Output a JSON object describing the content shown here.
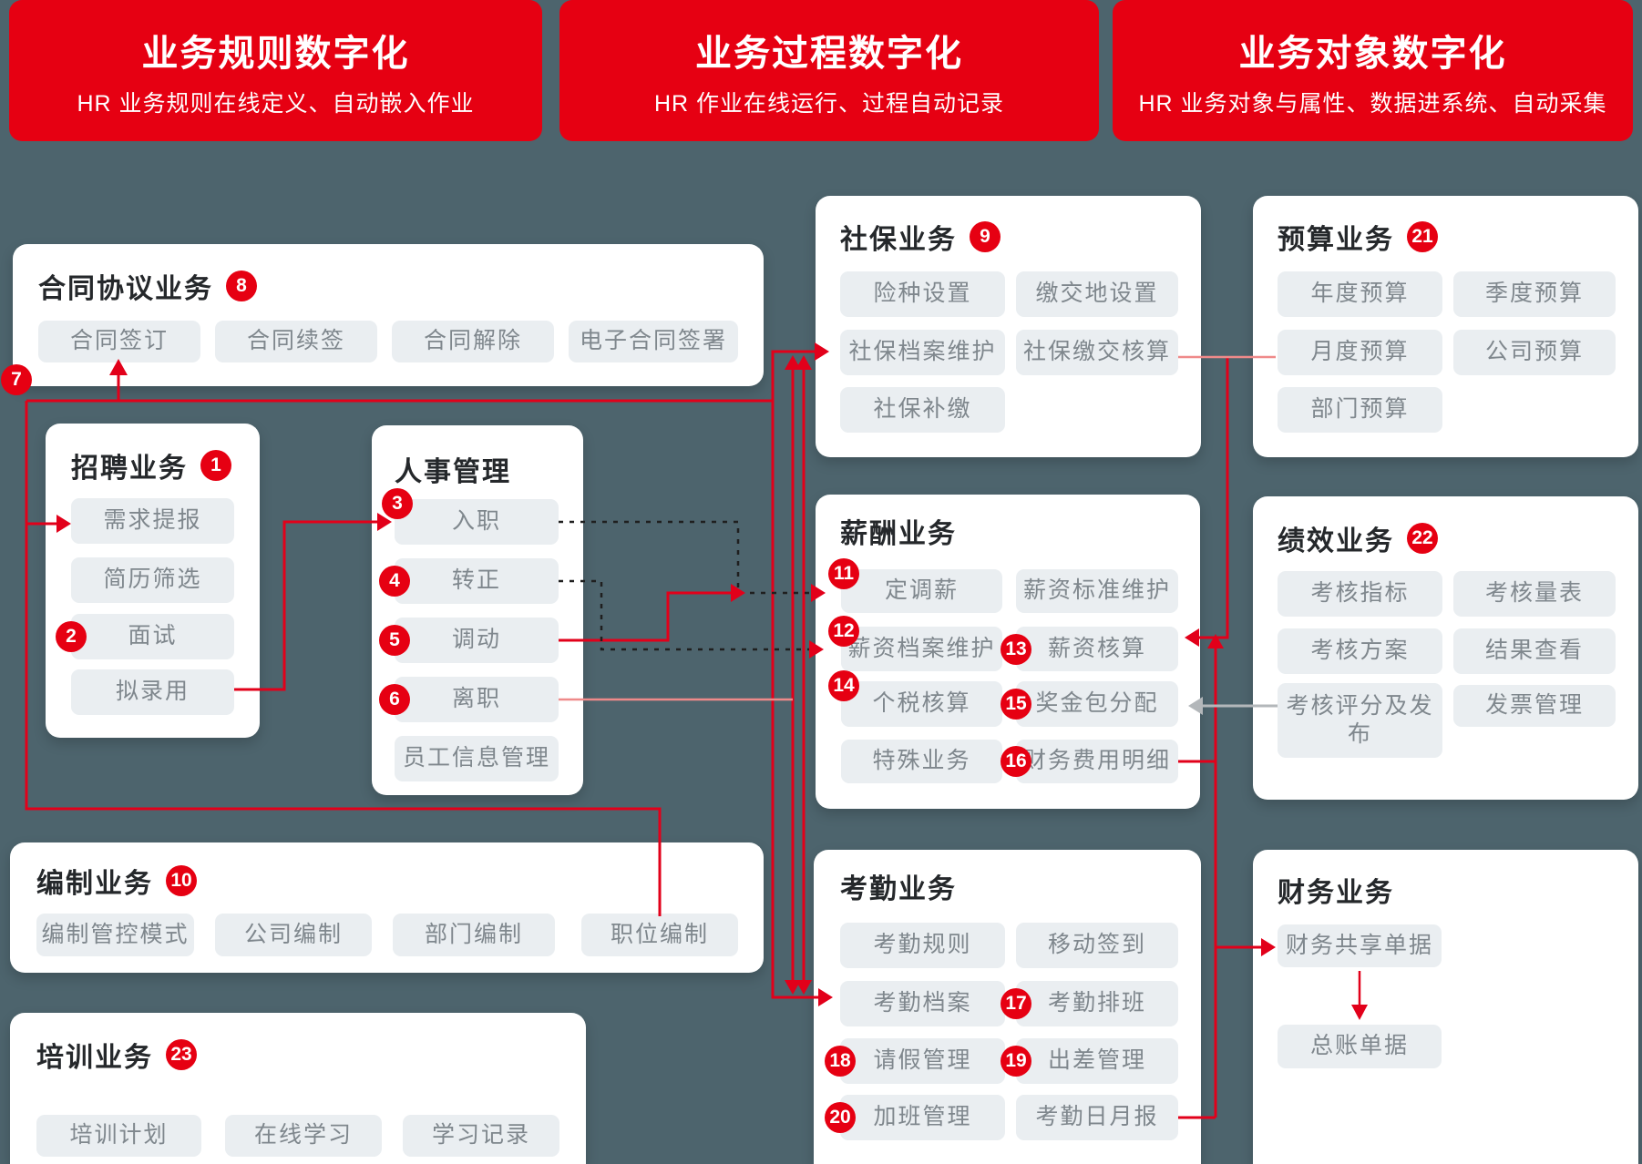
{
  "banners": [
    {
      "title": "业务规则数字化",
      "subtitle": "HR 业务规则在线定义、自动嵌入作业"
    },
    {
      "title": "业务过程数字化",
      "subtitle": "HR 作业在线运行、过程自动记录"
    },
    {
      "title": "业务对象数字化",
      "subtitle": "HR 业务对象与属性、数据进系统、自动采集"
    }
  ],
  "floating_badge": "7",
  "cards": {
    "contract": {
      "title": "合同协议业务",
      "badge": "8",
      "items": [
        {
          "label": "合同签订"
        },
        {
          "label": "合同续签"
        },
        {
          "label": "合同解除"
        },
        {
          "label": "电子合同签署"
        }
      ]
    },
    "recruit": {
      "title": "招聘业务",
      "badge": "1",
      "items": [
        {
          "label": "需求提报"
        },
        {
          "label": "简历筛选"
        },
        {
          "label": "面试",
          "badge": "2"
        },
        {
          "label": "拟录用"
        }
      ]
    },
    "personnel": {
      "title": "人事管理",
      "items": [
        {
          "label": "入职",
          "badge": "3"
        },
        {
          "label": "转正",
          "badge": "4"
        },
        {
          "label": "调动",
          "badge": "5"
        },
        {
          "label": "离职",
          "badge": "6"
        },
        {
          "label": "员工信息管理"
        }
      ]
    },
    "headcount": {
      "title": "编制业务",
      "badge": "10",
      "items": [
        {
          "label": "编制管控模式"
        },
        {
          "label": "公司编制"
        },
        {
          "label": "部门编制"
        },
        {
          "label": "职位编制"
        }
      ]
    },
    "training": {
      "title": "培训业务",
      "badge": "23",
      "items": [
        {
          "label": "培训计划"
        },
        {
          "label": "在线学习"
        },
        {
          "label": "学习记录"
        }
      ]
    },
    "social": {
      "title": "社保业务",
      "badge": "9",
      "items": [
        {
          "label": "险种设置"
        },
        {
          "label": "缴交地设置"
        },
        {
          "label": "社保档案维护"
        },
        {
          "label": "社保缴交核算"
        },
        {
          "label": "社保补缴"
        }
      ]
    },
    "salary": {
      "title": "薪酬业务",
      "items": [
        {
          "label": "定调薪",
          "badge": "11"
        },
        {
          "label": "薪资标准维护"
        },
        {
          "label": "薪资档案维护",
          "badge": "12"
        },
        {
          "label": "薪资核算",
          "badge": "13"
        },
        {
          "label": "个税核算",
          "badge": "14"
        },
        {
          "label": "奖金包分配",
          "badge": "15"
        },
        {
          "label": "特殊业务"
        },
        {
          "label": "财务费用明细",
          "badge": "16"
        }
      ]
    },
    "attendance": {
      "title": "考勤业务",
      "items": [
        {
          "label": "考勤规则"
        },
        {
          "label": "移动签到"
        },
        {
          "label": "考勤档案"
        },
        {
          "label": "考勤排班",
          "badge": "17"
        },
        {
          "label": "请假管理",
          "badge": "18"
        },
        {
          "label": "出差管理",
          "badge": "19"
        },
        {
          "label": "加班管理",
          "badge": "20"
        },
        {
          "label": "考勤日月报"
        }
      ]
    },
    "budget": {
      "title": "预算业务",
      "badge": "21",
      "items": [
        {
          "label": "年度预算"
        },
        {
          "label": "季度预算"
        },
        {
          "label": "月度预算"
        },
        {
          "label": "公司预算"
        },
        {
          "label": "部门预算"
        }
      ]
    },
    "performance": {
      "title": "绩效业务",
      "badge": "22",
      "items": [
        {
          "label": "考核指标"
        },
        {
          "label": "考核量表"
        },
        {
          "label": "考核方案"
        },
        {
          "label": "结果查看"
        },
        {
          "label": "考核评分及发布"
        },
        {
          "label": "发票管理"
        }
      ]
    },
    "finance": {
      "title": "财务业务",
      "items": [
        {
          "label": "财务共享单据"
        },
        {
          "label": "总账单据"
        }
      ]
    }
  },
  "colors": {
    "accent_red": "#e60012",
    "background": "#4d646d",
    "soft_red": "#ef8a8a",
    "gray_arrow": "#b3b7ba"
  }
}
